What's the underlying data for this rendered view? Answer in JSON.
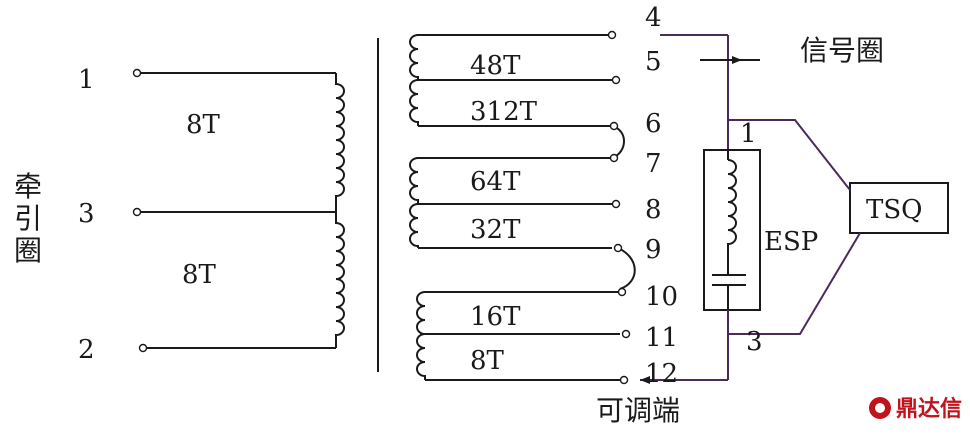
{
  "primary": {
    "label": "牵引圈",
    "terminals": [
      "1",
      "3",
      "2"
    ],
    "turns": [
      "8T",
      "8T"
    ]
  },
  "secondary": {
    "terminals": [
      "4",
      "5",
      "6",
      "7",
      "8",
      "9",
      "10",
      "11",
      "12"
    ],
    "turns": [
      "48T",
      "312T",
      "64T",
      "32T",
      "16T",
      "8T"
    ],
    "adjustable_label": "可调端"
  },
  "signal_coil_label": "信号圈",
  "esp": {
    "label": "ESP",
    "terminals": [
      "1",
      "3"
    ]
  },
  "tsq": {
    "label": "TSQ"
  },
  "watermark": "鼎达信"
}
